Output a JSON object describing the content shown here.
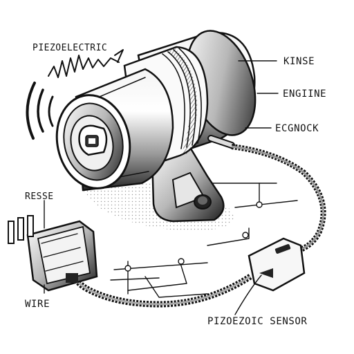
{
  "labels": {
    "piezoelectric": "PIEZOELECTRIC",
    "kinse": "KINSE",
    "engine": "ENGIINE",
    "ecgnock": "ECGNOCK",
    "resse": "RESSE",
    "wire": "WIRE",
    "sensor": "PIZOEZOIC SENSOR"
  },
  "icons": [
    "vibration-waves-icon",
    "knock-sensor-illustration",
    "connector-plug-illustration",
    "wiring-schematic-illustration"
  ],
  "colors": {
    "ink": "#111111",
    "paper": "#ffffff",
    "shade": "#c9c9c9"
  }
}
